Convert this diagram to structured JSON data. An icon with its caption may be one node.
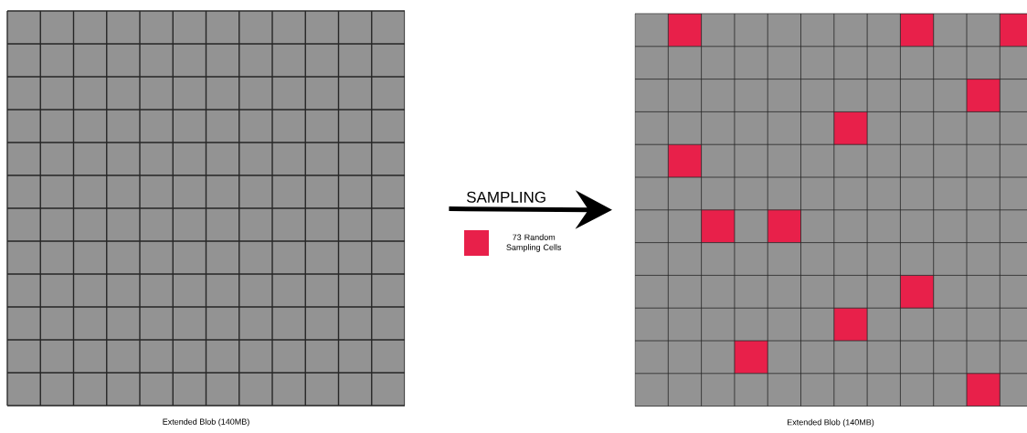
{
  "diagram": {
    "nodes": [
      {
        "text": [],
        "shape": "grid",
        "beside": [
          "Extended Blob (140MB)"
        ]
      },
      {
        "text": [],
        "shape": "grid",
        "beside": [
          "Extended Blob (140MB)"
        ]
      }
    ],
    "edges": [
      {
        "from": 0,
        "to": 1,
        "arrow": "to",
        "label": "SAMPLING"
      }
    ],
    "legend": [
      {
        "text": "73 Random Sampling Cells",
        "color": "#e8204a"
      }
    ]
  }
}
